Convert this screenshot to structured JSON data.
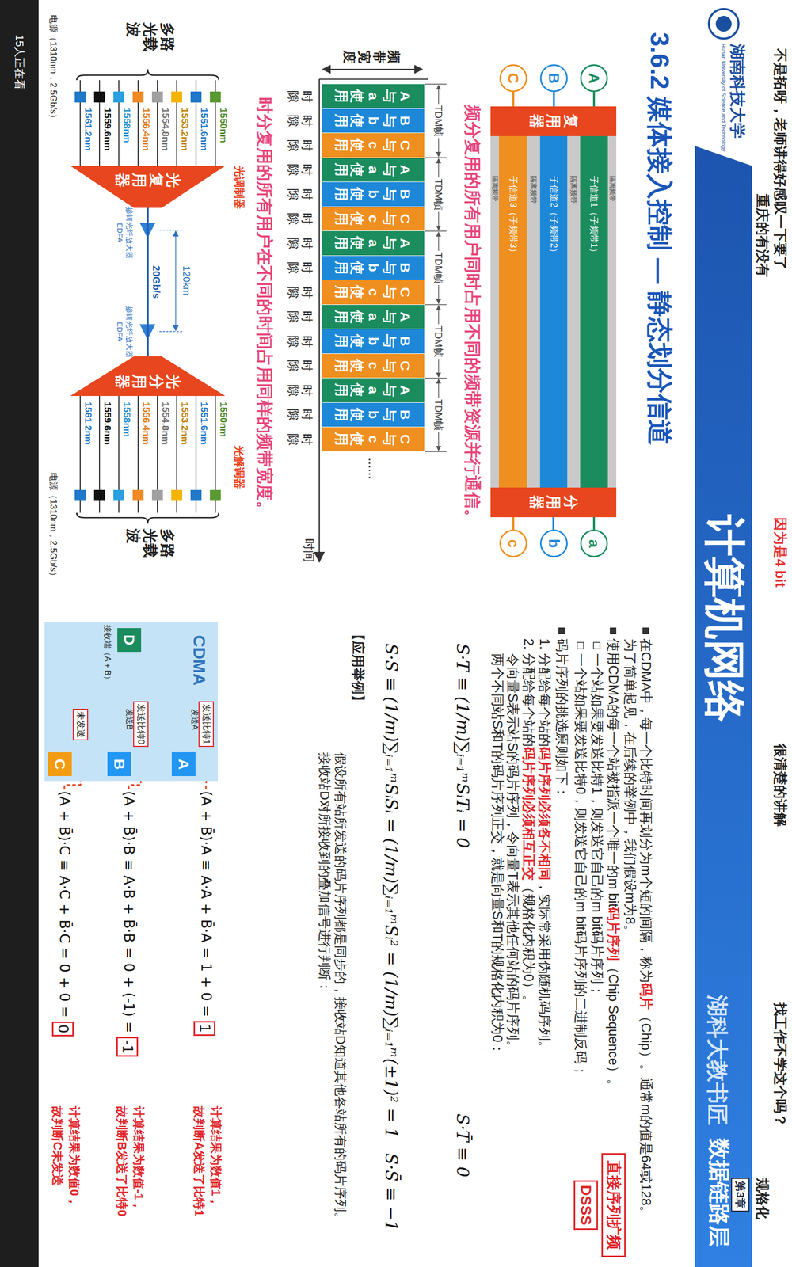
{
  "diagram": {
    "title": "3.6.2 媒体接入控制 — 静态划分信道",
    "nodes": [
      {
        "text": [
          "第3章"
        ]
      },
      {
        "text": [
          "A"
        ]
      },
      {
        "text": [
          "B"
        ]
      },
      {
        "text": [
          "C"
        ]
      },
      {
        "text": [
          "复用器"
        ]
      },
      {
        "text": [
          "隔离频带"
        ]
      },
      {
        "text": [
          "子信道1（子频带1）"
        ]
      },
      {
        "text": [
          "隔离频带"
        ]
      },
      {
        "text": [
          "子信道2（子频带2）"
        ]
      },
      {
        "text": [
          "隔离频带"
        ]
      },
      {
        "text": [
          "子信道3（子频带3）"
        ]
      },
      {
        "text": [
          "隔离频带"
        ]
      },
      {
        "text": [
          "分用器"
        ]
      },
      {
        "text": [
          "a"
        ]
      },
      {
        "text": [
          "b"
        ]
      },
      {
        "text": [
          "c"
        ]
      },
      {
        "text": [
          "A与a使用"
        ]
      },
      {
        "text": [
          "B与b使用"
        ]
      },
      {
        "text": [
          "C与c使用"
        ]
      },
      {
        "text": [
          "A与a使用"
        ]
      },
      {
        "text": [
          "B与b使用"
        ]
      },
      {
        "text": [
          "C与c使用"
        ]
      },
      {
        "text": [
          "A与a使用"
        ]
      },
      {
        "text": [
          "B与b使用"
        ]
      },
      {
        "text": [
          "C与c使用"
        ]
      },
      {
        "text": [
          "A与a使用"
        ]
      },
      {
        "text": [
          "B与b使用"
        ]
      },
      {
        "text": [
          "C与c使用"
        ]
      },
      {
        "text": [
          "A与a使用"
        ]
      },
      {
        "text": [
          "B与b使用"
        ]
      },
      {
        "text": [
          "C与c使用"
        ]
      },
      {
        "text": [
          "光复用器"
        ]
      },
      {
        "text": [
          "光分用器"
        ]
      },
      {
        "text": [
          "直接序列扩频"
        ]
      },
      {
        "text": [
          "DSSS"
        ]
      },
      {
        "text": [
          "CDMA"
        ]
      },
      {
        "text": [
          "A"
        ],
        "in": 35
      },
      {
        "text": [
          "发送比特1"
        ],
        "in": 35
      },
      {
        "text": [
          "B"
        ],
        "in": 35
      },
      {
        "text": [
          "发送比特0"
        ],
        "in": 35
      },
      {
        "text": [
          "C"
        ],
        "in": 35
      },
      {
        "text": [
          "未发送"
        ],
        "in": 35
      },
      {
        "text": [
          "D"
        ],
        "in": 35
      },
      {
        "text": [
          "1"
        ]
      },
      {
        "text": [
          "-1"
        ]
      },
      {
        "text": [
          "0"
        ]
      }
    ],
    "edges": [
      {
        "from": 1,
        "to": 4,
        "arrow": "none"
      },
      {
        "from": 2,
        "to": 4,
        "arrow": "none"
      },
      {
        "from": 3,
        "to": 4,
        "arrow": "none"
      },
      {
        "from": 12,
        "to": 13,
        "arrow": "none"
      },
      {
        "from": 12,
        "to": 14,
        "arrow": "none"
      },
      {
        "from": 12,
        "to": 15,
        "arrow": "none"
      },
      {
        "from": 31,
        "to": 32,
        "label": "20Gb/s",
        "arrow": "none"
      }
    ],
    "labels": [
      "不是拓呀，老师讲得好感叹一下要了",
      "重庆的有没有",
      "因为是4 bit",
      "很清楚的讲解",
      "找工作不学这个吗？",
      "规格化",
      "湖南科技大学",
      "Hunan University of Science and Technology",
      "计算机网络",
      "湖科大教书匠",
      "数据链路层",
      "频分复用的所有用户同时占用不同的频带资源并行通信。",
      "TDM帧",
      "TDM帧",
      "TDM帧",
      "TDM帧",
      "TDM帧",
      "频带宽度",
      "时隙",
      "时隙",
      "时隙",
      "时隙",
      "时隙",
      "时隙",
      "时隙",
      "时隙",
      "时隙",
      "时隙",
      "时隙",
      "时隙",
      "时隙",
      "时隙",
      "时隙",
      "......",
      "时间",
      "时分复用的所有用户在不同的时间占用同样的频带宽度。",
      "光调制器",
      "1550nm",
      "1551.6nm",
      "1553.2nm",
      "1554.8nm",
      "1556.4nm",
      "1558nm",
      "1559.6nm",
      "1561.2nm",
      "多路光载波",
      "电源（1310nm，2.5Gb/s）",
      "120km",
      "掺铒光纤放大器",
      "EDFA",
      "掺铒光纤放大器",
      "EDFA",
      "光解调器",
      "1550nm",
      "1551.6nm",
      "1553.2nm",
      "1554.8nm",
      "1556.4nm",
      "1558nm",
      "1559.6nm",
      "1561.2nm",
      "多路光载波",
      "电源（1310nm，2.5Gb/s）",
      "在CDMA中，每一个比特时间再划分为m个短的间隔，称为",
      "码片",
      "（Chip）。通常m的值是64或128。",
      "为了简单起见，在后续的举例中，我们假设m为8。",
      "使用CDMA的每一个站被指派一个唯一的m bit",
      "码片序列",
      "（Chip Sequence）。",
      "一个站如果要发送比特1，则发送它自己的m bit码片序列；",
      "一个站如果要发送比特0，则发送它自己的m bit码片序列的二进制反码；",
      "码片序列的挑选原则如下：",
      "1. 分配给每个站的",
      "码片序列必须各不相同",
      "，实际常采用伪随机码序列。",
      "2. 分配给每个站的",
      "码片序列必须相互正交",
      "（规格化内积为0）。",
      "令向量S表示站S的码片序列，令向量T表示其他任何站的码片序列。",
      "两个不同站S和T的码片序列正交，就是向量S和T的规格化内积为0：",
      "S·T ≡ (1/m)∑ᵢ₌₁ᵐSᵢTᵢ = 0",
      "S·T̄ ≡ 0",
      "S·S ≡ (1/m)∑ᵢ₌₁ᵐSᵢSᵢ = (1/m)∑ᵢ₌₁ᵐSᵢ² = (1/m)∑ᵢ₌₁ᵐ(±1)² = 1",
      "S·S̄ ≡ −1",
      "【应用举例】",
      "假设所有站所发送的码片序列都是同步的，接收站D知道其他各站所有的码片序列。",
      "接收站D对所接收到的叠加信号进行判断：",
      "发送A",
      "发送B",
      "接收端（A + B）",
      "(A + B̄)·A ≡ A·A + B̄·A = 1 + 0 =",
      "计算结果为数值1，",
      "故判断A发送了比特1",
      "(A + B̄)·B ≡ A·B + B̄·B = 0 + (-1) =",
      "计算结果为数值-1，",
      "故判断B发送了比特0",
      "(A + B̄)·C ≡ A·C + B̄·C = 0 + 0 =",
      "计算结果为数值0，",
      "故判断C未发送",
      "15人正在看"
    ]
  }
}
